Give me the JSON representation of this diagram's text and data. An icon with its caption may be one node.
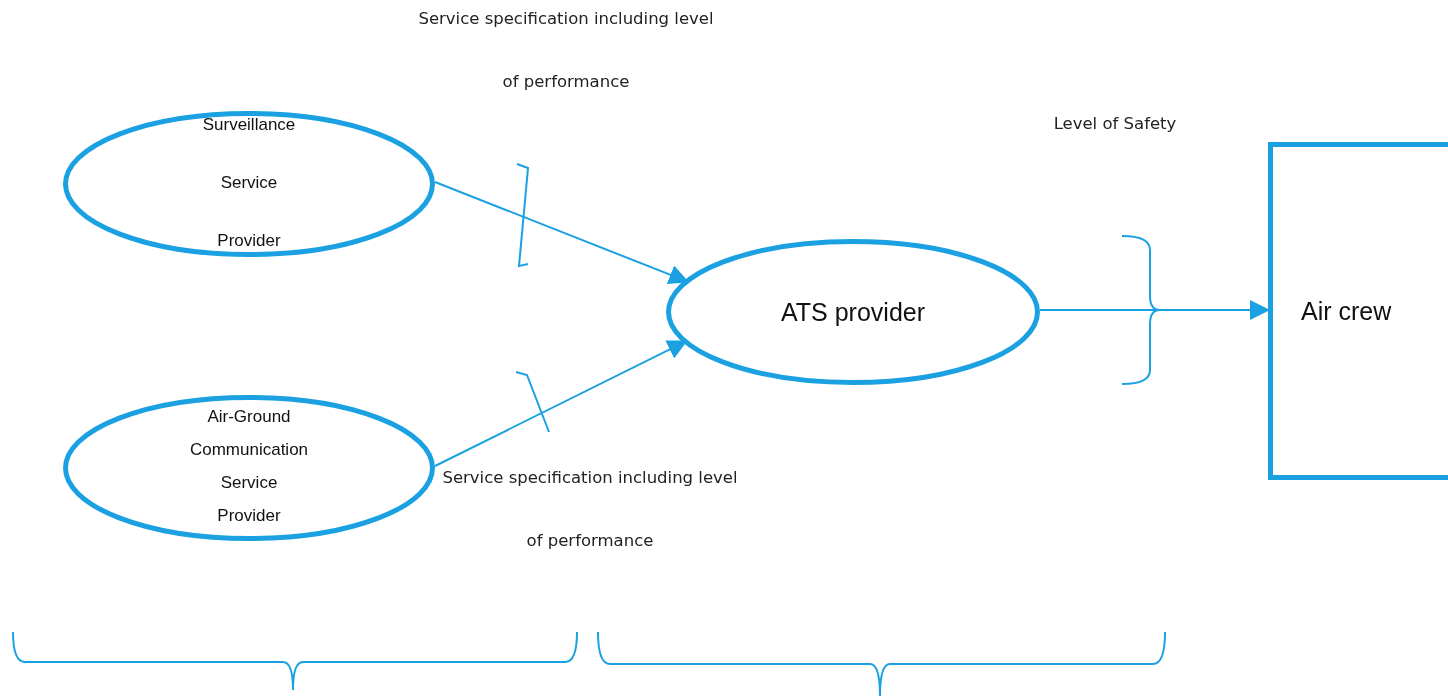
{
  "diagram": {
    "nodes": [
      {
        "text": [
          "Surveillance Service Provider"
        ]
      },
      {
        "text": [
          "Air-Ground Communication Service Provider"
        ]
      },
      {
        "text": [
          "ATS provider"
        ]
      },
      {
        "text": [
          "Air crew"
        ]
      }
    ],
    "edges": [
      {
        "from": 0,
        "to": 2,
        "arrow": "to"
      },
      {
        "from": 1,
        "to": 2,
        "arrow": "to"
      },
      {
        "from": 2,
        "to": 3,
        "arrow": "to"
      }
    ],
    "labels": [
      "Service specification including level of performance",
      "Level of Safety",
      "Service specification including level of performance"
    ]
  }
}
